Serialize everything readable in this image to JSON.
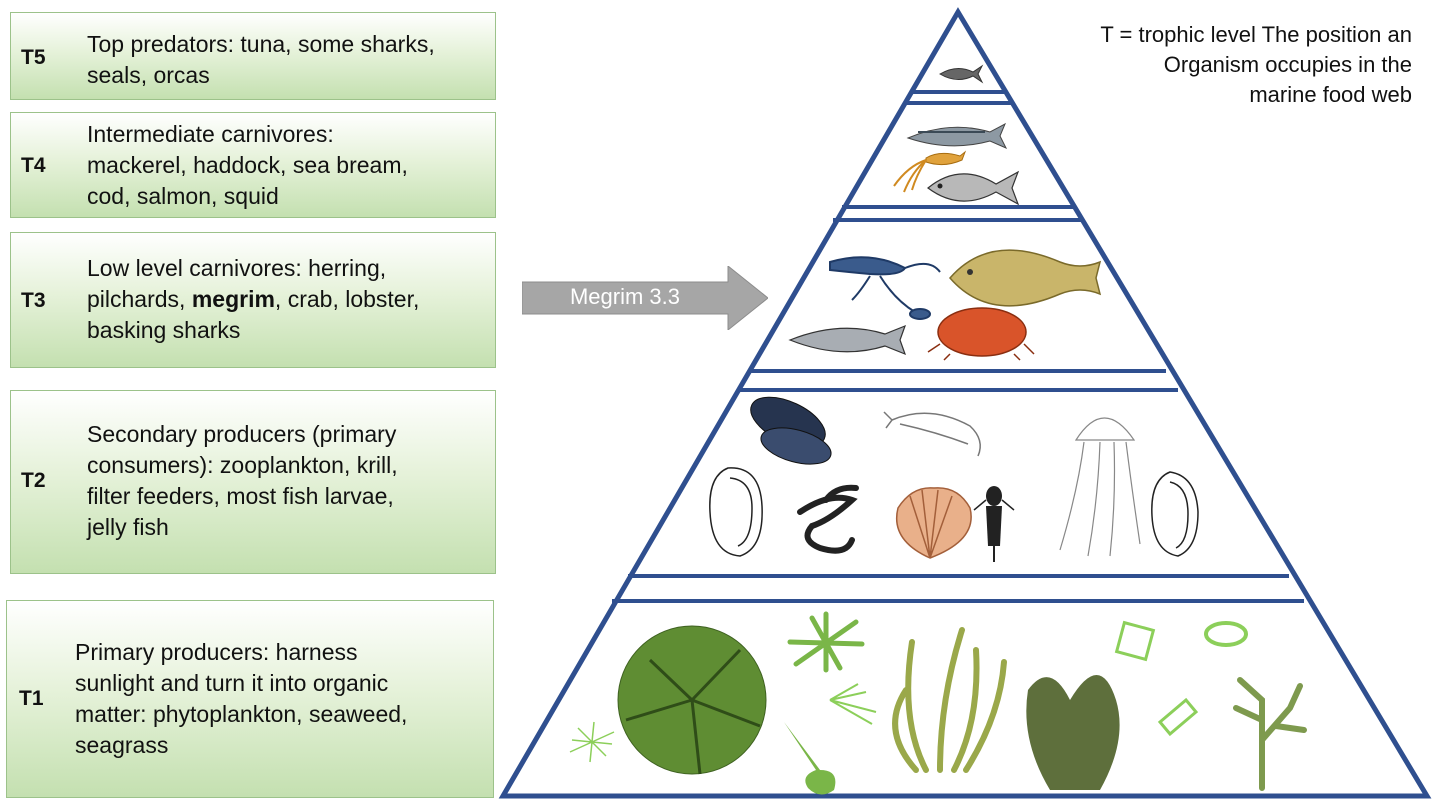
{
  "levels": [
    {
      "code": "T5",
      "lines": [
        "Top predators: tuna, some sharks,",
        "seals, orcas"
      ]
    },
    {
      "code": "T4",
      "lines": [
        "Intermediate carnivores:",
        "mackerel, haddock, sea bream,",
        "cod, salmon, squid"
      ]
    },
    {
      "code": "T3",
      "line1": "Low level carnivores: herring,",
      "line2_pre": "pilchards, ",
      "line2_bold": "megrim",
      "line2_post": ", crab, lobster,",
      "line3": "basking sharks"
    },
    {
      "code": "T2",
      "lines": [
        "Secondary producers (primary",
        "consumers): zooplankton, krill,",
        "filter feeders, most fish larvae,",
        "jelly fish"
      ]
    },
    {
      "code": "T1",
      "lines": [
        "Primary producers: harness",
        "sunlight and turn it into organic",
        "matter: phytoplankton, seaweed,",
        "seagrass"
      ]
    }
  ],
  "arrow_label": "Megrim 3.3",
  "caption_lines": [
    "T = trophic level The position an",
    "Organism occupies in the",
    "marine food web"
  ],
  "colors": {
    "pyramid_stroke": "#2f4f8f",
    "box_border": "#9cc28a",
    "arrow_fill": "#a6a6a6",
    "seaweed": "#7aa83b",
    "fish": "#555555"
  }
}
